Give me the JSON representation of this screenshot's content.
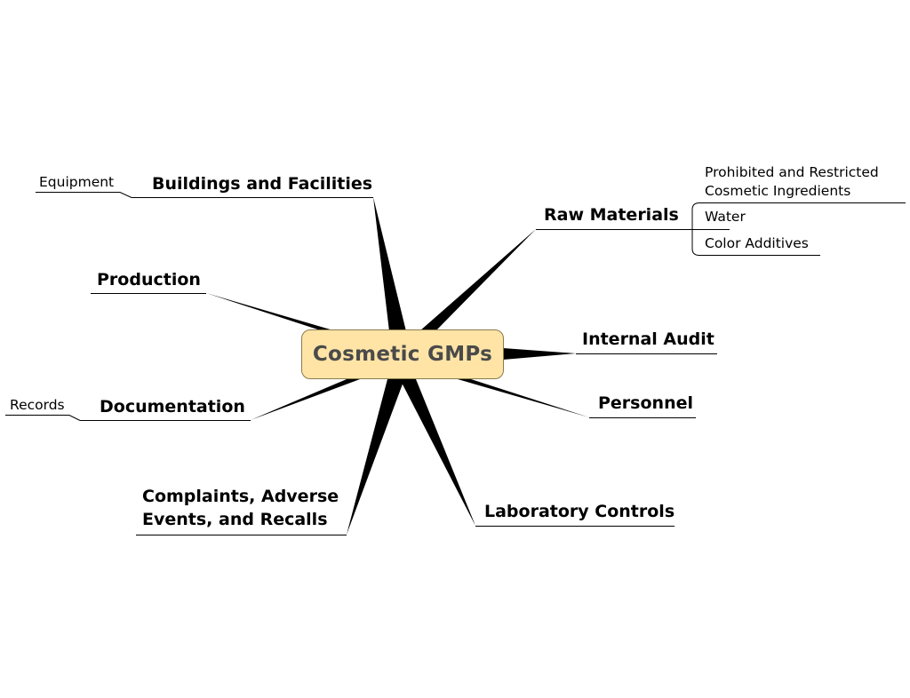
{
  "central_topic": "Cosmetic GMPs",
  "branches": {
    "buildings": "Buildings and Facilities",
    "equipment": "Equipment",
    "production": "Production",
    "documentation": "Documentation",
    "records": "Records",
    "complaints_line1": "Complaints, Adverse",
    "complaints_line2": "Events, and Recalls",
    "raw_materials": "Raw Materials",
    "prohibited_line1": "Prohibited and Restricted",
    "prohibited_line2": "Cosmetic Ingredients",
    "water": "Water",
    "color_additives": "Color Additives",
    "internal_audit": "Internal Audit",
    "personnel": "Personnel",
    "laboratory_controls": "Laboratory Controls"
  },
  "colors": {
    "central_fill": "#ffe4a6",
    "connector": "#000000"
  }
}
